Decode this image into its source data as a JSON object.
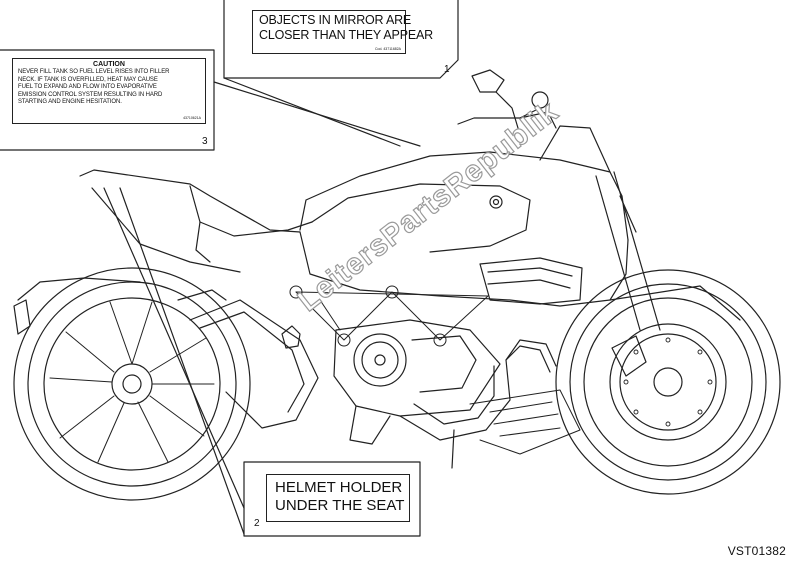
{
  "diagram": {
    "reference_code": "VST01382",
    "watermark": "LeitersPartsRepublik",
    "labels": [
      {
        "number": "1",
        "lines": [
          "OBJECTS IN MIRROR ARE",
          "CLOSER THAN THEY APPEAR"
        ],
        "code": "Cod. 43711682A"
      },
      {
        "number": "2",
        "lines": [
          "HELMET HOLDER",
          "UNDER THE SEAT"
        ]
      },
      {
        "number": "3",
        "heading": "CAUTION",
        "lines": [
          "NEVER FILL TANK SO FUEL LEVEL RISES INTO FILLER",
          "NECK. IF TANK IS OVERFILLED, HEAT MAY CAUSE",
          "FUEL TO EXPAND AND FLOW INTO EVAPORATIVE",
          "EMISSION CONTROL SYSTEM RESULTING IN HARD",
          "STARTING AND ENGINE HESITATION."
        ],
        "code": "43710621A"
      }
    ]
  }
}
